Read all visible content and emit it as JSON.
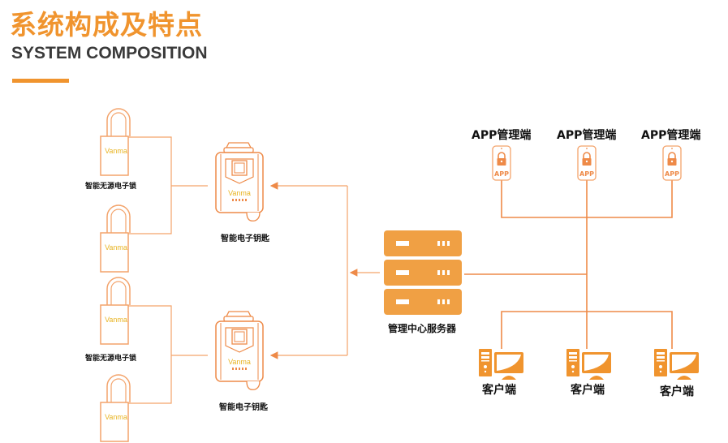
{
  "header": {
    "title_cn": "系统构成及特点",
    "title_en": "SYSTEM COMPOSITION"
  },
  "colors": {
    "accent": "#f0942e",
    "line": "#f3a36b",
    "strong_line": "#ee8a48",
    "text": "#111111",
    "brand_text": "#e8b423"
  },
  "diagram": {
    "locks": [
      {
        "brand": "Vanma"
      },
      {
        "brand": "Vanma"
      },
      {
        "brand": "Vanma"
      },
      {
        "brand": "Vanma"
      }
    ],
    "lock_group_labels": [
      "智能无源电子锁",
      "智能无源电子锁"
    ],
    "keys": [
      {
        "brand": "Vanma",
        "label": "智能电子钥匙"
      },
      {
        "brand": "Vanma",
        "label": "智能电子钥匙"
      }
    ],
    "server": {
      "label": "管理中心服务器"
    },
    "apps": [
      {
        "label": "APP管理端",
        "badge": "APP"
      },
      {
        "label": "APP管理端",
        "badge": "APP"
      },
      {
        "label": "APP管理端",
        "badge": "APP"
      }
    ],
    "clients": [
      {
        "label": "客户端"
      },
      {
        "label": "客户端"
      },
      {
        "label": "客户端"
      }
    ]
  }
}
